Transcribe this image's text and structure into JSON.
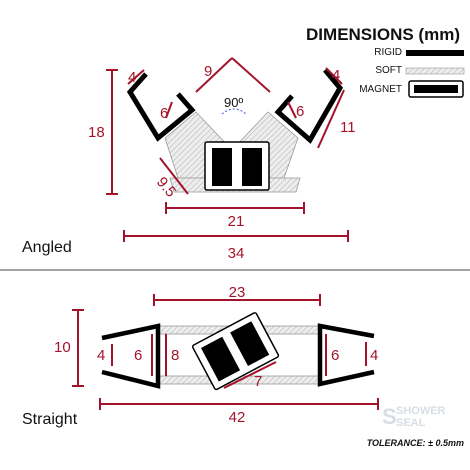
{
  "colors": {
    "dimension": "#a3142b",
    "rigid": "#000000",
    "soft": "#d9d9d9",
    "magnet": "#000000"
  },
  "legend": {
    "title": "DIMENSIONS (mm)",
    "rigid_label": "RIGID",
    "soft_label": "SOFT",
    "magnet_label": "MAGNET"
  },
  "angled": {
    "label": "Angled",
    "angle_label": "90º",
    "dims": {
      "height": "18",
      "left_arm": "4",
      "left_inner": "6",
      "top_run": "9",
      "right_arm": "4",
      "right_inner": "6",
      "right_run": "11",
      "soft_section": "9.5",
      "inner_width": "21",
      "overall_width": "34"
    }
  },
  "straight": {
    "label": "Straight",
    "dims": {
      "height": "10",
      "left_arm": "4",
      "left_inner": "6",
      "magnet_height": "8",
      "top_width": "23",
      "magnet_width": "7",
      "right_inner": "6",
      "right_arm": "4",
      "overall_width": "42"
    }
  },
  "watermark": {
    "line1": "SHOWER",
    "line2": "SEAL"
  },
  "tolerance": "TOLERANCE: ± 0.5mm"
}
